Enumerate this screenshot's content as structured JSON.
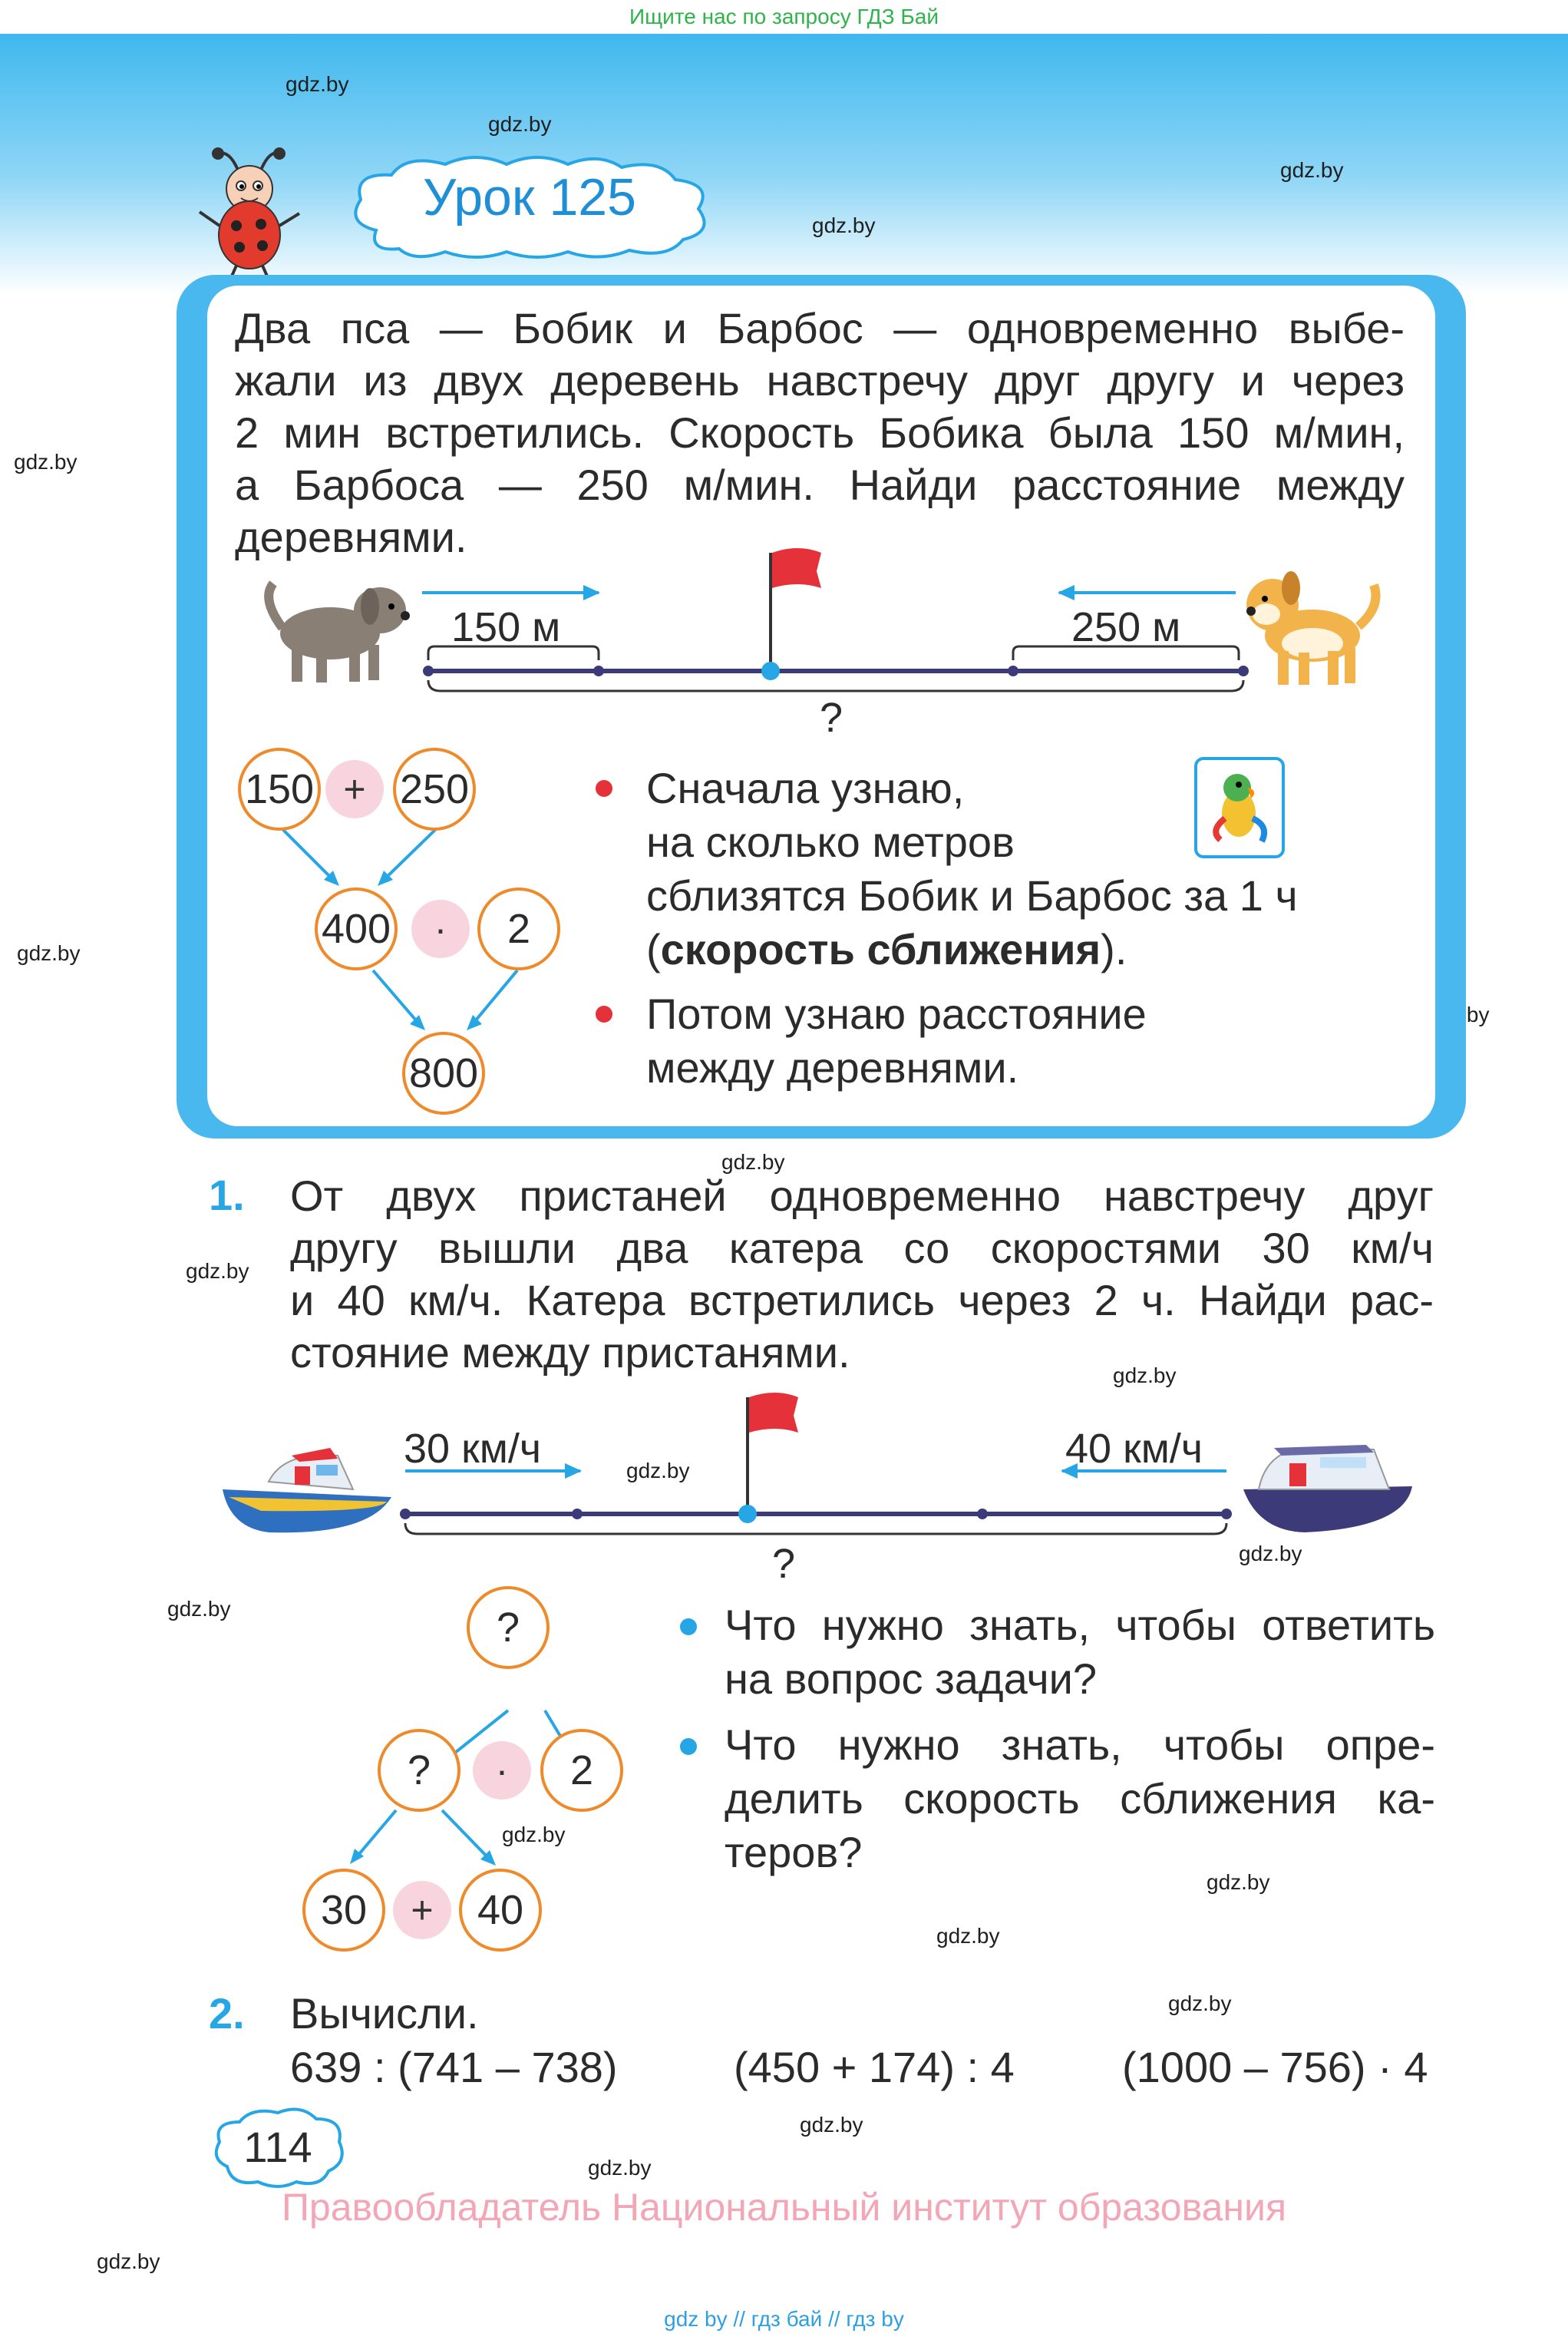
{
  "top_banner": "Ищите нас по запросу ГДЗ Бай",
  "lesson_title": "Урок 125",
  "intro": {
    "lines": [
      "Два пса — Бобик и Барбос — одновременно выбе-",
      "жали из двух деревень навстречу друг другу и через",
      "2 мин встретились. Скорость Бобика была 150 м/мин,",
      "а Барбоса — 250 м/мин. Найди расстояние между",
      "деревнями."
    ],
    "left_label": "150 м",
    "right_label": "250 м",
    "question_mark": "?",
    "tree": {
      "a": "150",
      "op1": "+",
      "b": "250",
      "sum": "400",
      "op2": "·",
      "mult": "2",
      "result": "800"
    },
    "bullet1": [
      "Сначала узнаю,",
      "на сколько метров",
      "сблизятся Бобик и Барбос за 1 ч"
    ],
    "bullet1_paren_open": "(",
    "bullet1_bold": "скорость сближения",
    "bullet1_paren_close": ").",
    "bullet2": [
      "Потом узнаю расстояние",
      "между деревнями."
    ]
  },
  "task1": {
    "number": "1.",
    "lines": [
      "От двух пристаней одновременно навстречу друг",
      "другу вышли два катера со скоростями 30 км/ч",
      "и 40 км/ч. Катера встретились через 2 ч. Найди рас-",
      "стояние между пристанями."
    ],
    "left_label": "30 км/ч",
    "right_label": "40 км/ч",
    "question_mark": "?",
    "tree": {
      "top": "?",
      "mid_left": "?",
      "op1": "·",
      "mid_right": "2",
      "a": "30",
      "op2": "+",
      "b": "40"
    },
    "q1": [
      "Что нужно знать, чтобы ответить",
      "на вопрос задачи?"
    ],
    "q2": [
      "Что нужно знать, чтобы опре-",
      "делить скорость сближения ка-",
      "теров?"
    ]
  },
  "task2": {
    "number": "2.",
    "title": "Вычисли.",
    "expr1": "639 : (741 – 738)",
    "expr2": "(450 + 174) : 4",
    "expr3": "(1000 – 756) · 4"
  },
  "page_number": "114",
  "copyright": "Правообладатель Национальный институт образования",
  "watermark": "gdz.by",
  "bottom_links": "gdz by  //  гдз бай  //  гдз by",
  "colors": {
    "blue": "#27a6e6",
    "orange": "#ef8a2a",
    "pink": "#f8d4df",
    "red": "#e5313a",
    "line": "#3d3a7a"
  }
}
